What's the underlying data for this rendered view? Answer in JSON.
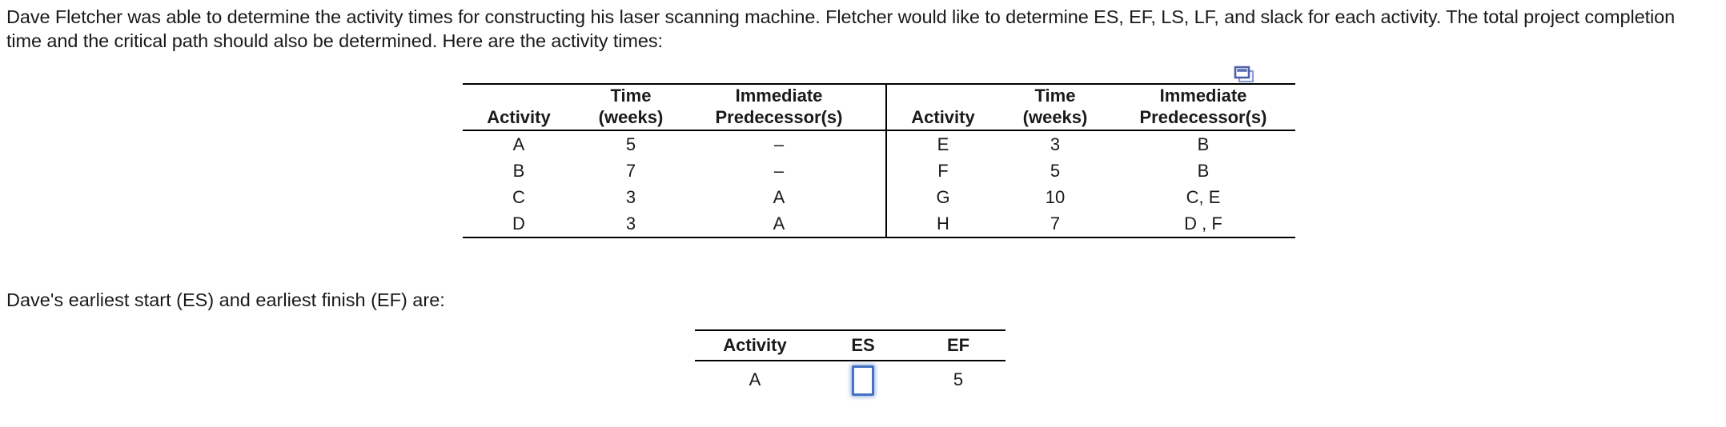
{
  "problem": {
    "intro": "Dave Fletcher was able to determine the activity times for constructing his laser scanning machine. Fletcher would like to determine ES, EF, LS, LF, and slack for each activity. The total project completion time and the critical path should also be determined. Here are the activity times:",
    "es_ef_prompt": "Dave's earliest start (ES) and earliest finish (EF) are:"
  },
  "icons": {
    "duplicate_window": "duplicate-window-icon"
  },
  "colors": {
    "input_border": "#4472c4",
    "icon_blue": "#5b6fb0",
    "text": "#1a1a1a",
    "rule": "#000000"
  },
  "activity_table": {
    "headers": {
      "activity": "Activity",
      "time_line1": "Time",
      "time_line2": "(weeks)",
      "pred_line1": "Immediate",
      "pred_line2": "Predecessor(s)"
    },
    "left_rows": [
      {
        "activity": "A",
        "time": "5",
        "predecessors": "–"
      },
      {
        "activity": "B",
        "time": "7",
        "predecessors": "–"
      },
      {
        "activity": "C",
        "time": "3",
        "predecessors": "A"
      },
      {
        "activity": "D",
        "time": "3",
        "predecessors": "A"
      }
    ],
    "right_rows": [
      {
        "activity": "E",
        "time": "3",
        "predecessors": "B"
      },
      {
        "activity": "F",
        "time": "5",
        "predecessors": "B"
      },
      {
        "activity": "G",
        "time": "10",
        "predecessors": "C, E"
      },
      {
        "activity": "H",
        "time": "7",
        "predecessors": "D , F"
      }
    ]
  },
  "esef_table": {
    "headers": {
      "activity": "Activity",
      "es": "ES",
      "ef": "EF"
    },
    "rows": [
      {
        "activity": "A",
        "es_value": "",
        "es_placeholder": "",
        "ef": "5"
      }
    ]
  }
}
